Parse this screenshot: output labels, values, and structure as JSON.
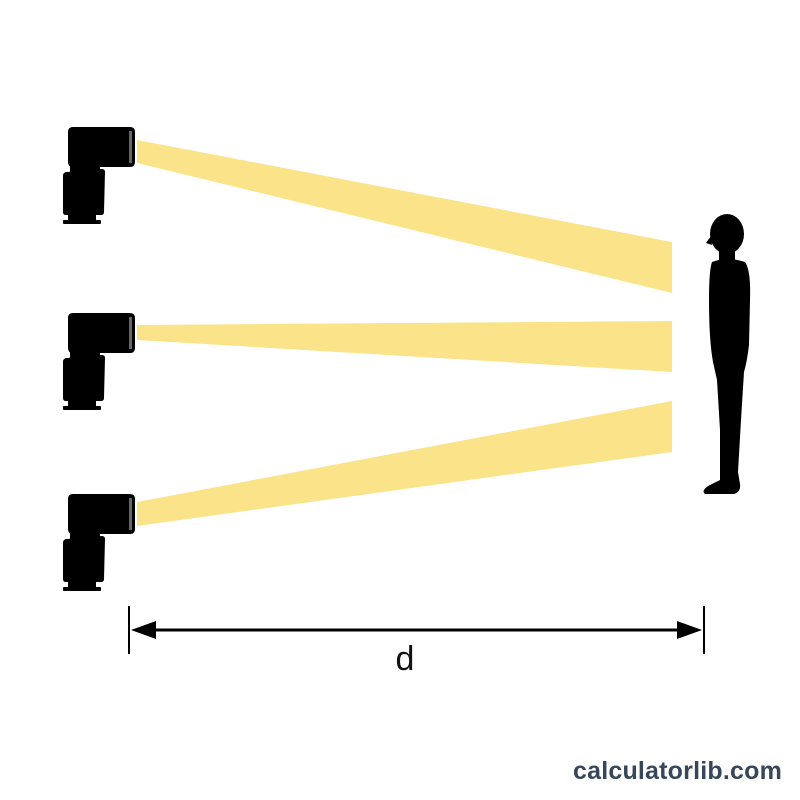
{
  "diagram": {
    "distance_label": "d",
    "flash_count": 3,
    "subject": "standing person silhouette",
    "beam_color": "#fbe38a",
    "silhouette_color": "#000000"
  },
  "branding": {
    "watermark": "calculatorlib.com",
    "watermark_color": "#37475a"
  }
}
